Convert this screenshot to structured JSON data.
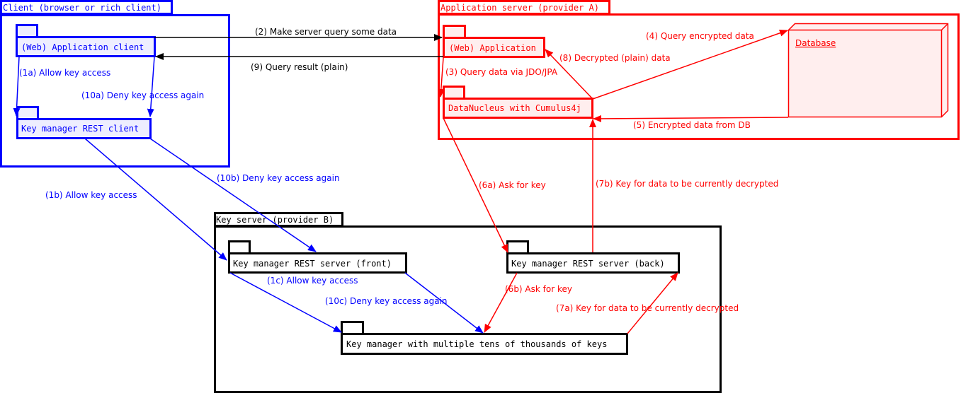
{
  "colors": {
    "client": "#0000ff",
    "server": "#ff0000",
    "key": "#000000",
    "fill_client": "#eef",
    "fill_server": "#fee"
  },
  "containers": {
    "client": "Client (browser or rich client)",
    "app_server": "Application server (provider A)",
    "key_server": "Key server (provider B)"
  },
  "nodes": {
    "web_app_client": "(Web) Application client",
    "km_rest_client": "Key manager REST client",
    "web_app": "(Web) Application",
    "datanucleus": "DataNucleus with Cumulus4j",
    "database": "Database",
    "km_front": "Key manager REST server (front)",
    "km_back": "Key manager REST server (back)",
    "km_store": "Key manager with multiple tens of thousands of keys"
  },
  "edges": {
    "e1a": "(1a) Allow key access",
    "e10a": "(10a) Deny key access again",
    "e1b": "(1b) Allow key access",
    "e10b": "(10b) Deny key access again",
    "e1c": "(1c) Allow key access",
    "e10c": "(10c) Deny key access again",
    "e2": "(2) Make server query some data",
    "e9": "(9) Query result (plain)",
    "e3": "(3) Query data via JDO/JPA",
    "e4": "(4) Query encrypted data",
    "e5": "(5) Encrypted data from DB",
    "e6a": "(6a) Ask for key",
    "e6b": "(6b) Ask for key",
    "e7a": "(7a) Key for data to be currently decrypted",
    "e7b": "(7b) Key for data to be currently decrypted",
    "e8": "(8) Decrypted (plain) data"
  }
}
